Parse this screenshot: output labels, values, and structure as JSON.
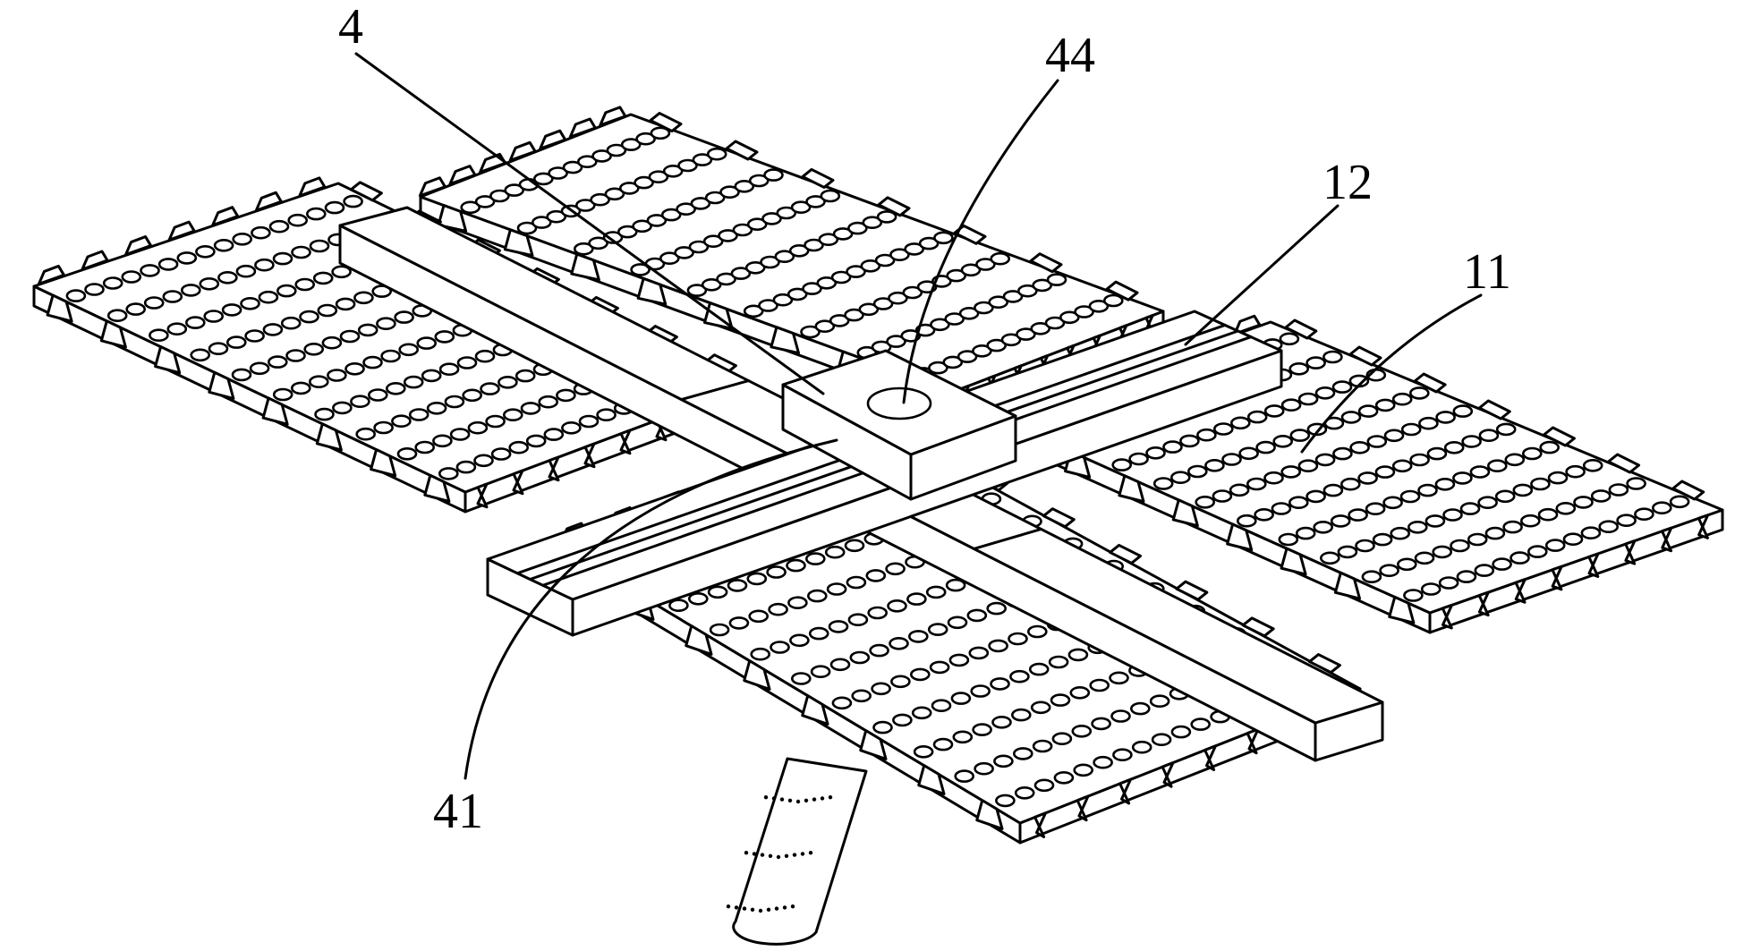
{
  "labels": {
    "board": "4",
    "hole": "44",
    "rail": "12",
    "panel": "11",
    "base": "41"
  },
  "colors": {
    "line": "#000000",
    "fill": "#ffffff"
  }
}
